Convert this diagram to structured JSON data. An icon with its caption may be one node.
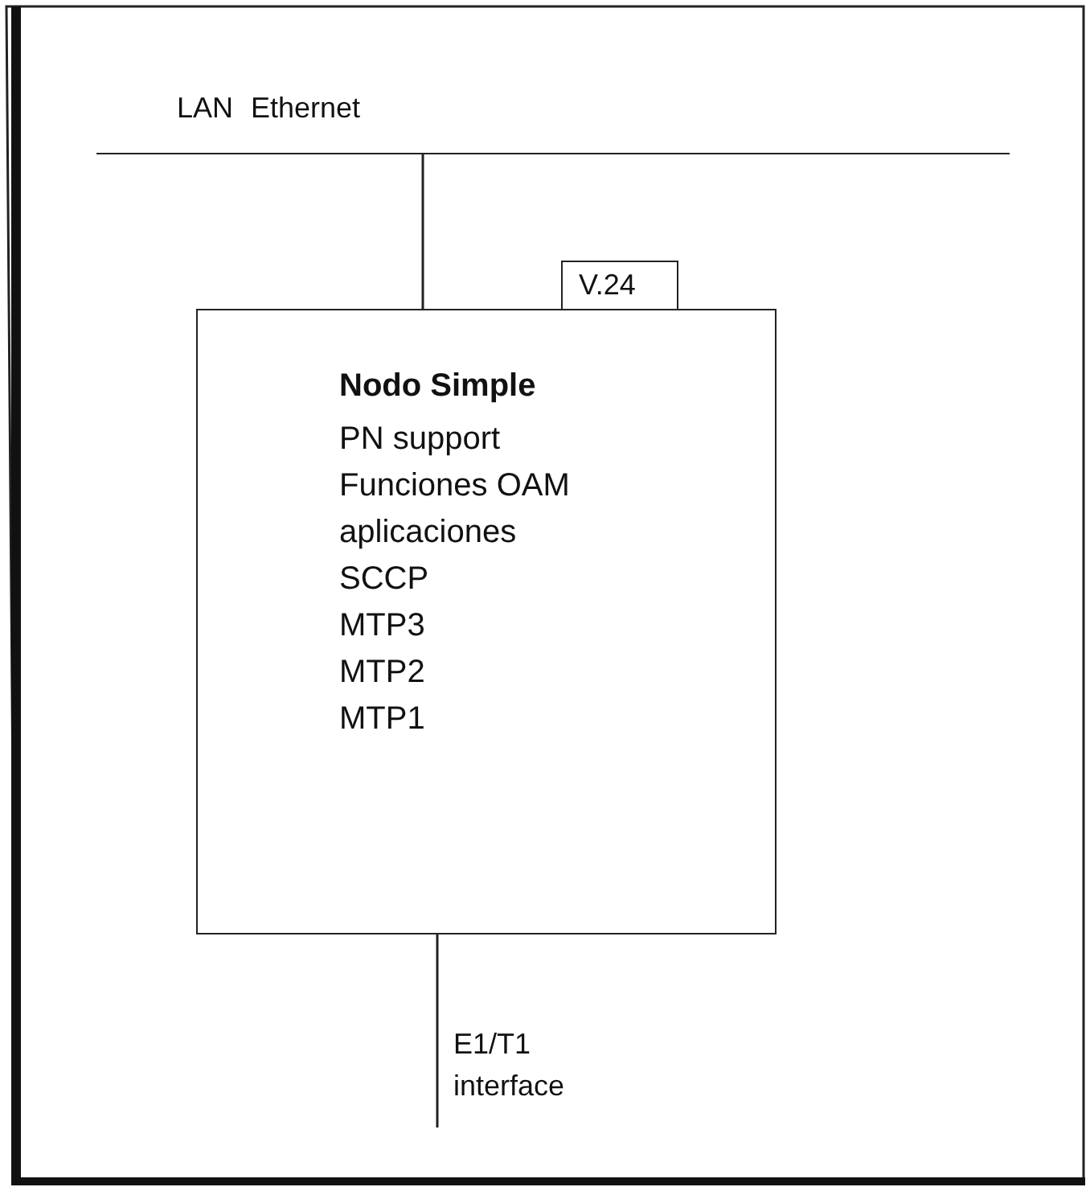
{
  "diagram": {
    "nodes": [
      {
        "text": [
          "LAN Ethernet"
        ]
      },
      {
        "text": [
          "Nodo Simple",
          "PN support",
          "Funciones OAM",
          "aplicaciones",
          "SCCP",
          "MTP3",
          "MTP2",
          "MTP1"
        ]
      },
      {
        "text": [
          "V.24"
        ]
      }
    ],
    "edges": [
      {
        "from": 0,
        "to": 1,
        "arrow": "none"
      },
      {
        "from": 1,
        "to": null,
        "arrow": "none",
        "label": "E1/T1 interface"
      }
    ]
  }
}
